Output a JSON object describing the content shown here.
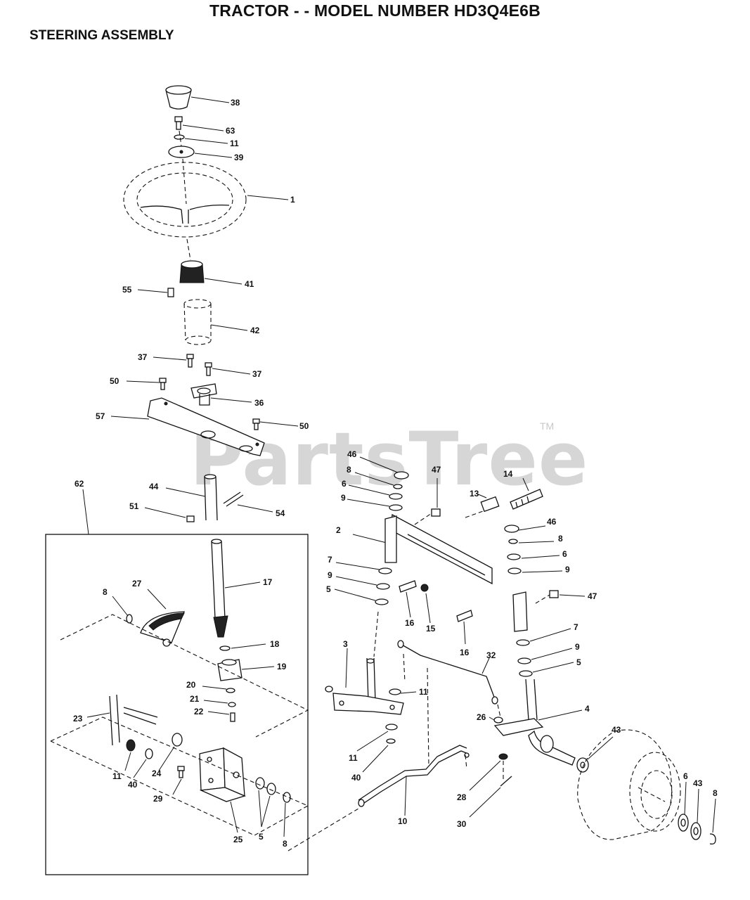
{
  "title": "TRACTOR - - MODEL NUMBER HD3Q4E6B",
  "subtitle": "STEERING ASSEMBLY",
  "watermark": "PartsTree",
  "watermark_tm": "TM",
  "callouts": {
    "c38": "38",
    "c63": "63",
    "c11a": "11",
    "c39": "39",
    "c1": "1",
    "c41": "41",
    "c55": "55",
    "c42": "42",
    "c37a": "37",
    "c37b": "37",
    "c50a": "50",
    "c36": "36",
    "c57": "57",
    "c50b": "50",
    "c62": "62",
    "c44": "44",
    "c51": "51",
    "c54": "54",
    "c17": "17",
    "c27": "27",
    "c8a": "8",
    "c18": "18",
    "c19": "19",
    "c20": "20",
    "c21": "21",
    "c22": "22",
    "c23": "23",
    "c11b": "11",
    "c40a": "40",
    "c24": "24",
    "c29": "29",
    "c25": "25",
    "c5a": "5",
    "c8b": "8",
    "c46a": "46",
    "c8c": "8",
    "c6a": "6",
    "c9a": "9",
    "c47a": "47",
    "c14": "14",
    "c13": "13",
    "c2": "2",
    "c7a": "7",
    "c9b": "9",
    "c5b": "5",
    "c16a": "16",
    "c15": "15",
    "c16b": "16",
    "c46b": "46",
    "c8d": "8",
    "c6b": "6",
    "c9c": "9",
    "c47b": "47",
    "c7b": "7",
    "c9d": "9",
    "c5c": "5",
    "c3": "3",
    "c11c": "11",
    "c32": "32",
    "c4": "4",
    "c26": "26",
    "c43a": "43",
    "c11d": "11",
    "c40b": "40",
    "c28": "28",
    "c10": "10",
    "c30": "30",
    "c6c": "6",
    "c43b": "43",
    "c8e": "8"
  }
}
